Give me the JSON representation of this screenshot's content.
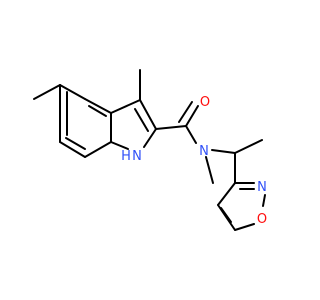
{
  "atoms": {
    "carbonyl_o": "O",
    "amide_n": "N",
    "indole_nh": "N",
    "indole_h": "H",
    "isoxazole_n": "N",
    "isoxazole_o": "O"
  },
  "colors": {
    "bond": "#000000",
    "nitrogen": "#3050F8",
    "oxygen": "#FF0D0D",
    "background": "#ffffff"
  }
}
